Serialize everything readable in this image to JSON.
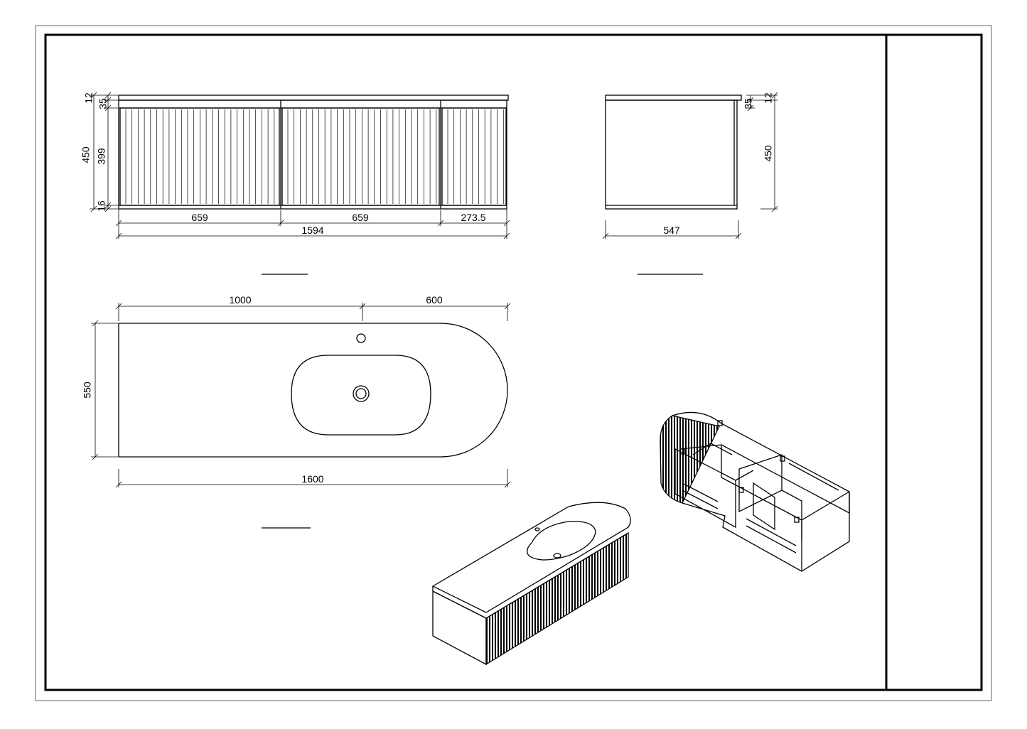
{
  "front_view": {
    "dims": {
      "top_thickness": "12",
      "gap_height": "35",
      "cabinet_height": "450",
      "door_height": "399",
      "plinth_height": "16",
      "door_left_width": "659",
      "door_middle_width": "659",
      "door_right_width": "273.5",
      "overall_width": "1594"
    }
  },
  "side_view": {
    "dims": {
      "top_thickness": "12",
      "gap_height": "35",
      "cabinet_height": "450",
      "depth": "547"
    }
  },
  "top_view": {
    "dims": {
      "basin_offset": "1000",
      "radius_section": "600",
      "depth": "550",
      "overall_length": "1600"
    }
  }
}
